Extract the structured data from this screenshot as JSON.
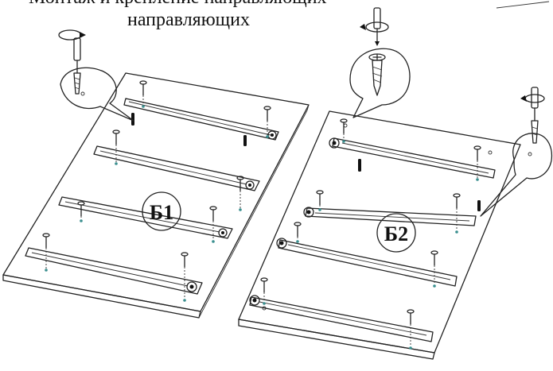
{
  "caption": {
    "line1": "Монтаж и крепление направляющих",
    "line2": "направляющих"
  },
  "panels": [
    {
      "label": "Б1"
    },
    {
      "label": "Б2"
    }
  ],
  "icons": [
    "screwdriver-icon",
    "rotation-arrow-icon",
    "screw-icon",
    "dowel-icon",
    "magnifier-callout-icon"
  ]
}
